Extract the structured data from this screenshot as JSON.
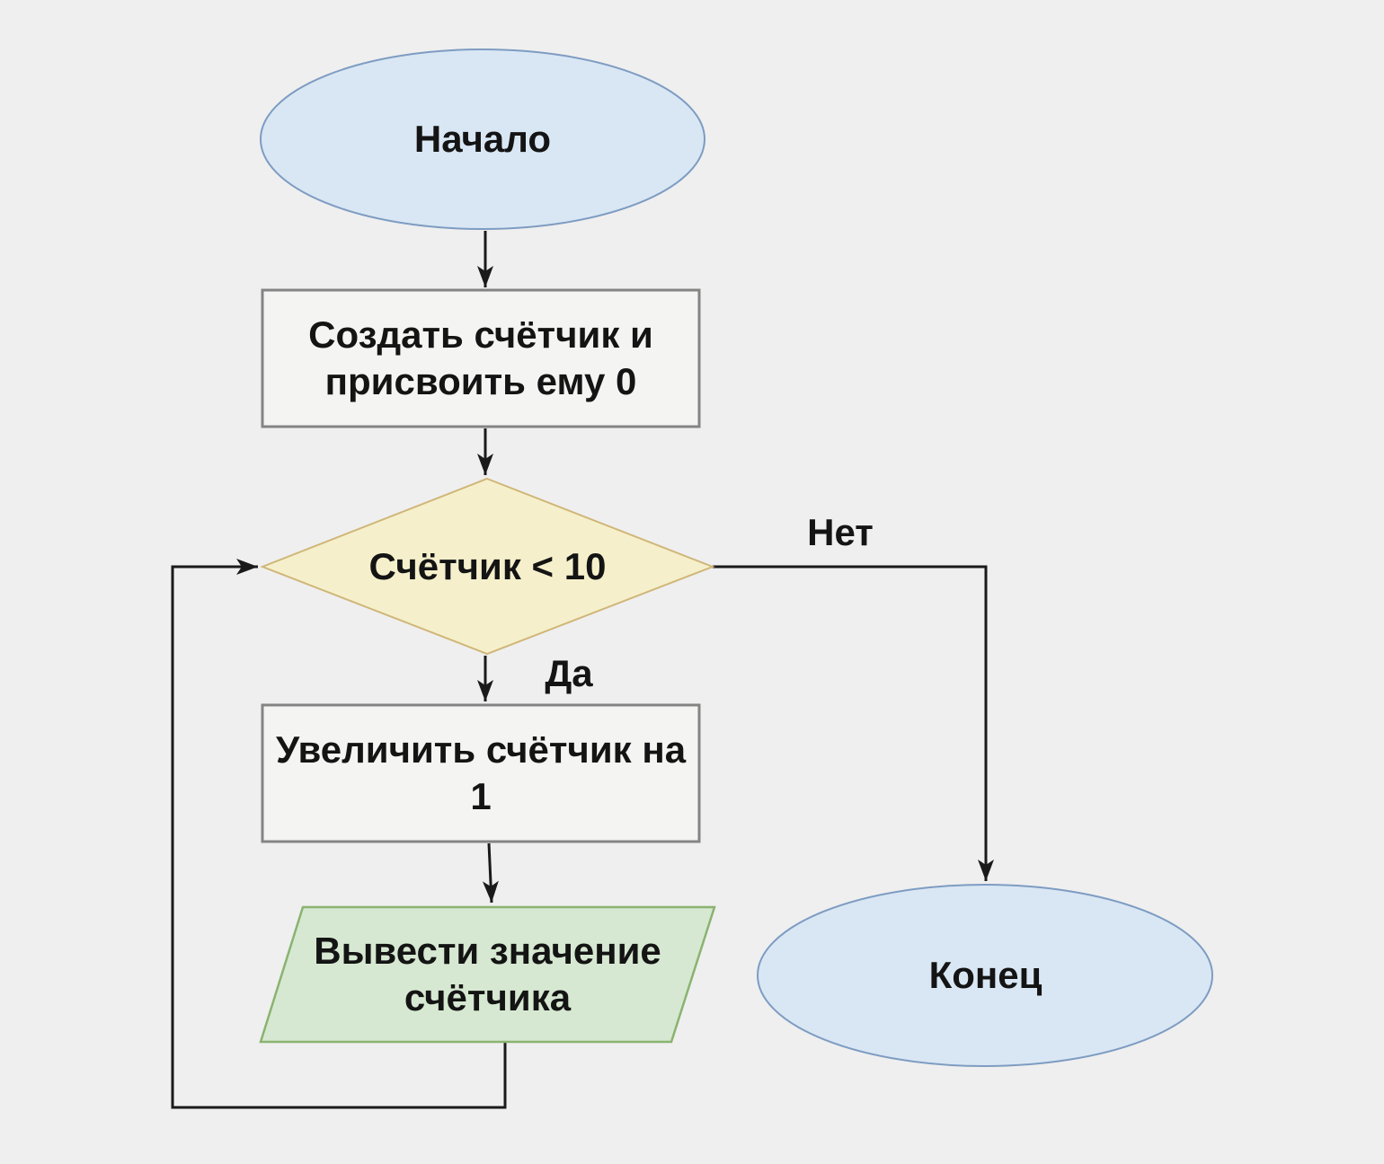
{
  "diagram": {
    "title": "counter-loop-flowchart",
    "background_color": "#efefef",
    "edge_color": "#1a1a1a",
    "text_color": "#141414",
    "nodes": {
      "start": {
        "shape": "ellipse",
        "role": "terminator",
        "lines": [
          "Начало"
        ],
        "fill": "#d9e7f4",
        "stroke": "#7e9cc2"
      },
      "init": {
        "shape": "rectangle",
        "role": "process",
        "lines": [
          "Создать счётчик и",
          "присвоить ему 0"
        ],
        "fill": "#f4f4f3",
        "stroke": "#848484"
      },
      "decision": {
        "shape": "diamond",
        "role": "decision",
        "lines": [
          "Счётчик < 10"
        ],
        "fill": "#f5f0cb",
        "stroke": "#d0b678"
      },
      "increment": {
        "shape": "rectangle",
        "role": "process",
        "lines": [
          "Увеличить счётчик на 1"
        ],
        "fill": "#f4f4f3",
        "stroke": "#848484"
      },
      "output": {
        "shape": "parallelogram",
        "role": "input-output",
        "lines": [
          "Вывести значение",
          "счётчика"
        ],
        "fill": "#d6e8d1",
        "stroke": "#8ab371"
      },
      "end": {
        "shape": "ellipse",
        "role": "terminator",
        "lines": [
          "Конец"
        ],
        "fill": "#d9e7f4",
        "stroke": "#7e9cc2"
      }
    },
    "edges": [
      {
        "from": "start",
        "to": "init",
        "label": ""
      },
      {
        "from": "init",
        "to": "decision",
        "label": ""
      },
      {
        "from": "decision",
        "to": "increment",
        "label": "Да"
      },
      {
        "from": "increment",
        "to": "output",
        "label": ""
      },
      {
        "from": "output",
        "to": "decision",
        "label": ""
      },
      {
        "from": "decision",
        "to": "end",
        "label": "Нет"
      }
    ]
  }
}
